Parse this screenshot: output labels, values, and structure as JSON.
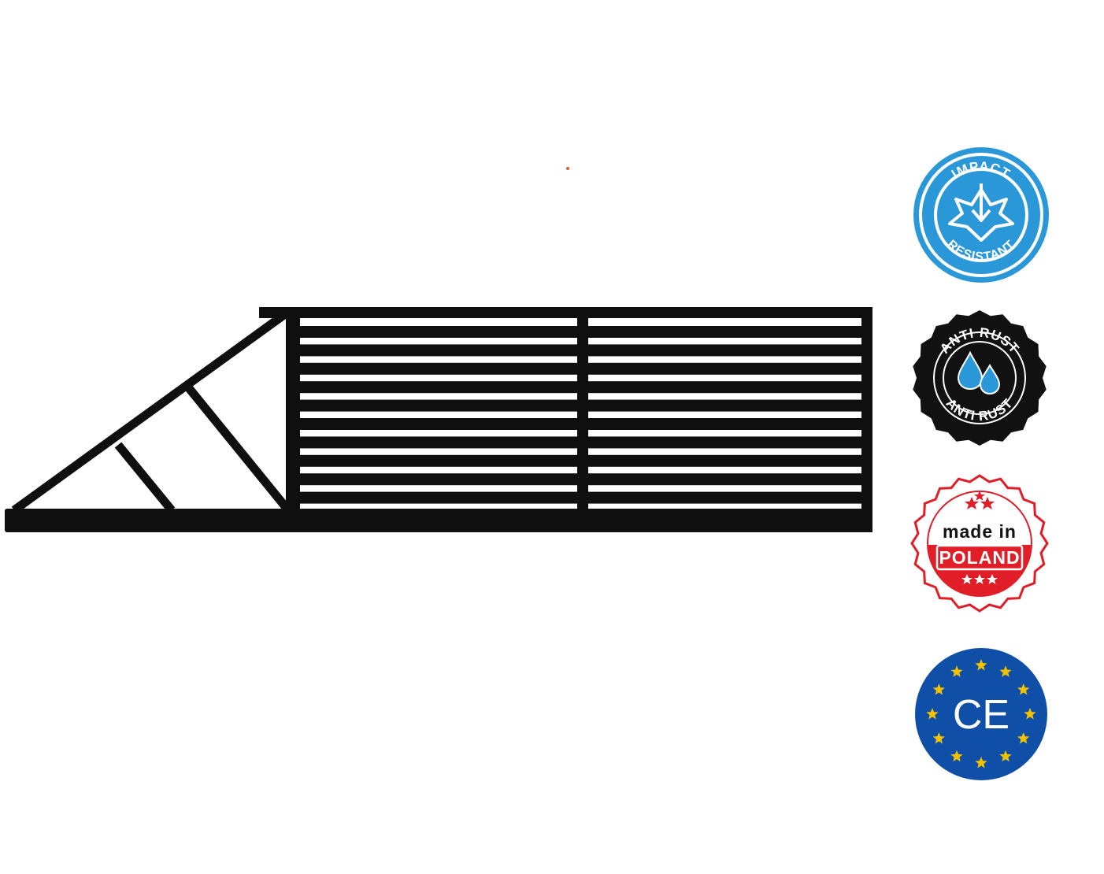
{
  "badges": {
    "impact": {
      "top_text": "IMPACT",
      "bottom_text": "RESISTANT",
      "icon": "impact-arrow-icon",
      "color": "#2a97d8"
    },
    "rust": {
      "top_text": "ANTI RUST",
      "bottom_text": "ANTI RUST",
      "icon": "water-drops-icon",
      "color": "#111111",
      "accent": "#2a97d8"
    },
    "poland": {
      "line1": "made in",
      "line2": "POLAND",
      "icon": "stars-icon",
      "color": "#e11d28"
    },
    "ce": {
      "mark": "CE",
      "icon": "eu-stars-icon",
      "color": "#0f4fa8",
      "star_color": "#f2c200"
    }
  },
  "colors": {
    "gate": "#0f0f10",
    "background": "#ffffff"
  }
}
